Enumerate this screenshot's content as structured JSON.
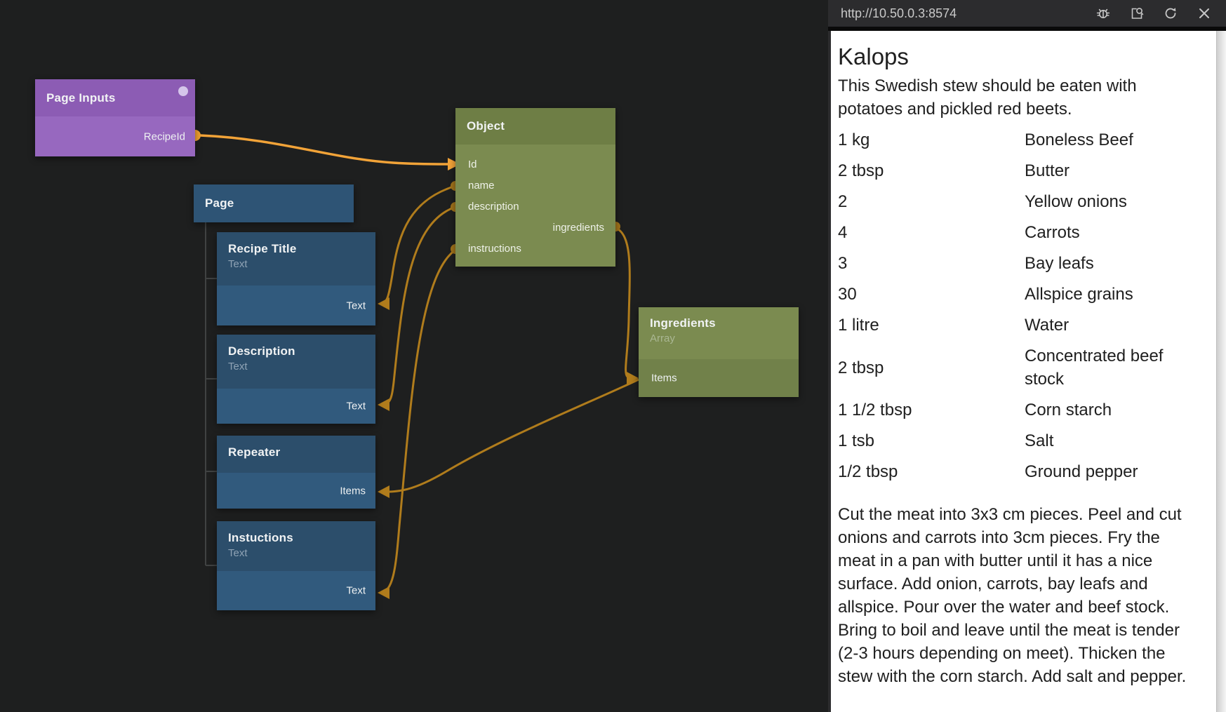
{
  "titlebar": {
    "url": "http://10.50.0.3:8574",
    "icons": [
      "debug-bug",
      "inspect-page",
      "refresh",
      "close"
    ]
  },
  "canvas": {
    "page_inputs": {
      "title": "Page Inputs",
      "output_port": "RecipeId"
    },
    "page": {
      "title": "Page"
    },
    "children": [
      {
        "title": "Recipe Title",
        "subtitle": "Text",
        "port": "Text"
      },
      {
        "title": "Description",
        "subtitle": "Text",
        "port": "Text"
      },
      {
        "title": "Repeater",
        "subtitle": "",
        "port": "Items"
      },
      {
        "title": "Instuctions",
        "subtitle": "Text",
        "port": "Text"
      }
    ],
    "object": {
      "title": "Object",
      "ports": [
        {
          "label": "Id"
        },
        {
          "label": "name"
        },
        {
          "label": "description"
        },
        {
          "label": "ingredients"
        },
        {
          "label": "instructions"
        }
      ]
    },
    "ingredients_node": {
      "title": "Ingredients",
      "subtitle": "Array",
      "port": "Items"
    }
  },
  "preview": {
    "title": "Kalops",
    "description": "This Swedish stew should be eaten with potatoes and pickled red beets.",
    "ingredients": [
      {
        "qty": "1 kg",
        "name": "Boneless Beef"
      },
      {
        "qty": "2 tbsp",
        "name": "Butter"
      },
      {
        "qty": "2",
        "name": "Yellow onions"
      },
      {
        "qty": "4",
        "name": "Carrots"
      },
      {
        "qty": "3",
        "name": "Bay leafs"
      },
      {
        "qty": "30",
        "name": "Allspice grains"
      },
      {
        "qty": "1 litre",
        "name": "Water"
      },
      {
        "qty": "2 tbsp",
        "name": "Concentrated beef stock"
      },
      {
        "qty": "1 1/2 tbsp",
        "name": "Corn starch"
      },
      {
        "qty": "1 tsb",
        "name": "Salt"
      },
      {
        "qty": "1/2 tbsp",
        "name": "Ground pepper"
      }
    ],
    "instructions": "Cut the meat into 3x3 cm pieces. Peel and cut onions and carrots into 3cm pieces. Fry the meat in a pan with butter until it has a nice surface. Add onion, carrots, bay leafs and allspice. Pour over the water and beef stock. Bring to boil and leave until the meat is tender (2-3 hours depending on meet). Thicken the stew with the corn starch. Add salt and pepper."
  },
  "colors": {
    "canvas_bg": "#1e1f1f",
    "purple_header": "#8c5cb4",
    "purple_body": "#9768bf",
    "blue_header": "#2e5475",
    "blue_body": "#315a7d",
    "green_header": "#6e7e45",
    "green_body": "#7b8b50",
    "wire": "#b07c1c",
    "wire_active": "#f2a338",
    "panel_bg": "#2c2c2e"
  }
}
